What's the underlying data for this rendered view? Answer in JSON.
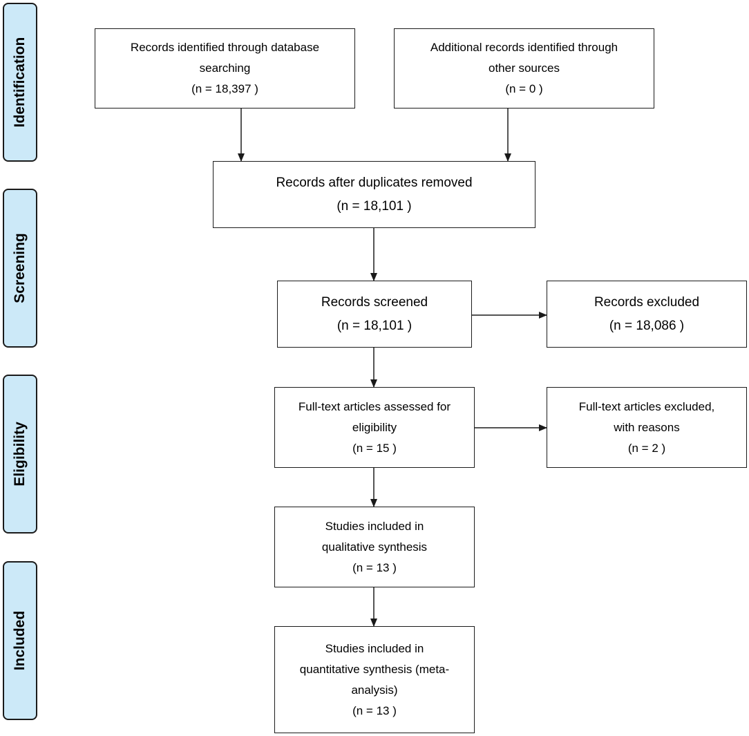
{
  "phases": {
    "identification": "Identification",
    "screening": "Screening",
    "eligibility": "Eligibility",
    "included": "Included"
  },
  "boxes": {
    "database_records": {
      "text": "Records identified through database\nsearching",
      "n": "(n = 18,397  )"
    },
    "other_sources": {
      "text": "Additional records identified through\nother sources",
      "n": "(n = 0  )"
    },
    "after_duplicates": {
      "text": "Records after duplicates removed",
      "n": "(n = 18,101  )"
    },
    "screened": {
      "text": "Records screened",
      "n": "(n = 18,101  )"
    },
    "excluded": {
      "text": "Records excluded",
      "n": "(n = 18,086  )"
    },
    "fulltext_assessed": {
      "text": "Full-text articles assessed for\neligibility",
      "n": "(n = 15  )"
    },
    "fulltext_excluded": {
      "text": "Full-text articles excluded,\nwith reasons",
      "n": "(n = 2  )"
    },
    "qualitative": {
      "text": "Studies included in\nqualitative synthesis",
      "n": "(n = 13  )"
    },
    "quantitative": {
      "text": "Studies included in\nquantitative synthesis (meta-\nanalysis)",
      "n": "(n = 13  )"
    }
  },
  "colors": {
    "phase_fill": "#cce9f8",
    "line": "#1a1a1a"
  }
}
